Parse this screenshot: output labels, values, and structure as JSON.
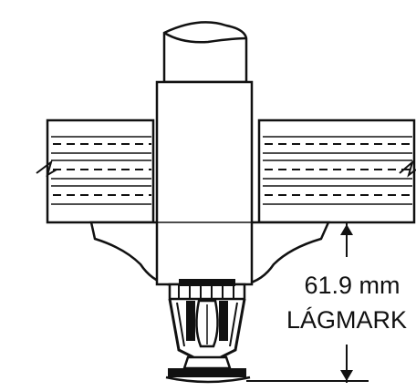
{
  "dimension": {
    "value_text": "61.9 mm",
    "label_text": "LÁGMARK"
  },
  "components": [
    "pipe",
    "ceiling-panel",
    "escutcheon",
    "sprinkler-head",
    "dimension-arrow"
  ],
  "colors": {
    "line": "#111111",
    "background": "#ffffff"
  }
}
